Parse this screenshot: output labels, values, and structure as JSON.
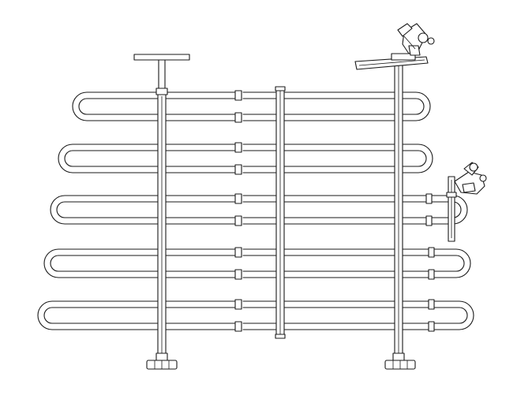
{
  "figure": {
    "subject": "pet-barrier-cargo-grid",
    "line_color": "#1a1a1a",
    "background": "#ffffff",
    "rail_loops": 5,
    "telescoping_posts": 2,
    "center_brace": 1,
    "headrest_clamps": 2
  }
}
